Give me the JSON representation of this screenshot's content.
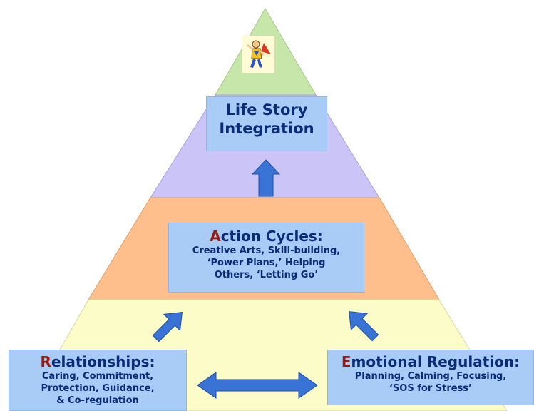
{
  "colors": {
    "apex": "#c7e6a9",
    "life_layer": "#cbc4f6",
    "action_layer": "#ffbf8c",
    "base_layer": "#fcfcc8",
    "box_fill": "#a9ccf7",
    "arrow": "#3a73d6",
    "title_capital": "#9a1a12",
    "text": "#0b2a78"
  },
  "logo": {
    "icon": "superhero-figure-icon"
  },
  "life_story": {
    "initial": "L",
    "title_rest": "ife Story",
    "title_line2": "Integration"
  },
  "action_cycles": {
    "initial": "A",
    "title_rest": "ction Cycles:",
    "lines": [
      "Creative Arts, Skill-building,",
      "‘Power Plans,’ Helping",
      "Others, ‘Letting Go’"
    ]
  },
  "relationships": {
    "initial": "R",
    "title_rest": "elationships:",
    "lines": [
      "Caring, Commitment,",
      "Protection, Guidance,",
      "& Co-regulation"
    ]
  },
  "emotional_regulation": {
    "initial": "E",
    "title_rest": "motional Regulation:",
    "lines": [
      "Planning, Calming, Focusing,",
      "‘SOS for Stress’"
    ]
  }
}
